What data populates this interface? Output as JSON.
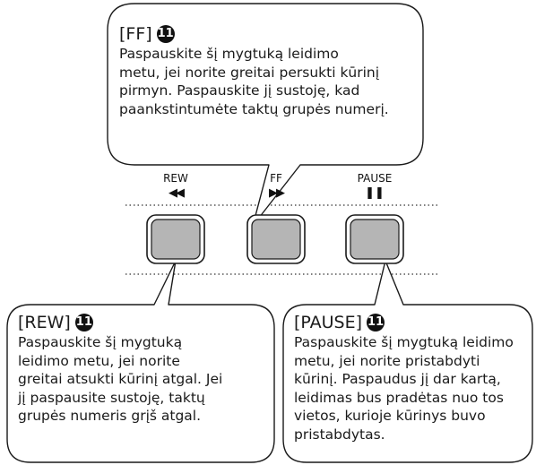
{
  "buttons": {
    "rew": {
      "label": "REW",
      "symbol": "◀◀"
    },
    "ff": {
      "label": "FF",
      "symbol": "▶▶"
    },
    "pause": {
      "label": "PAUSE",
      "symbol": "❚❚"
    }
  },
  "callouts": {
    "ff": {
      "title": "[FF]",
      "badge": "11",
      "lines": [
        "Paspauskite šį mygtuką leidimo",
        "metu, jei norite greitai persukti kūrinį",
        "pirmyn. Paspauskite jį sustoję, kad",
        "paankstintumėte taktų grupės numerį."
      ]
    },
    "rew": {
      "title": "[REW]",
      "badge": "11",
      "lines": [
        "Paspauskite šį mygtuką",
        "leidimo metu, jei norite",
        "greitai atsukti kūrinį atgal. Jei",
        "jį paspausite sustoję, taktų",
        "grupės numeris grįš atgal."
      ]
    },
    "pause": {
      "title": "[PAUSE]",
      "badge": "11",
      "lines": [
        "Paspauskite šį mygtuką leidimo",
        "metu, jei norite pristabdyti",
        "kūrinį. Paspaudus jį dar kartą,",
        "leidimas bus pradėtas nuo tos",
        "vietos, kurioje kūrinys buvo",
        "pristabdytas."
      ]
    }
  }
}
